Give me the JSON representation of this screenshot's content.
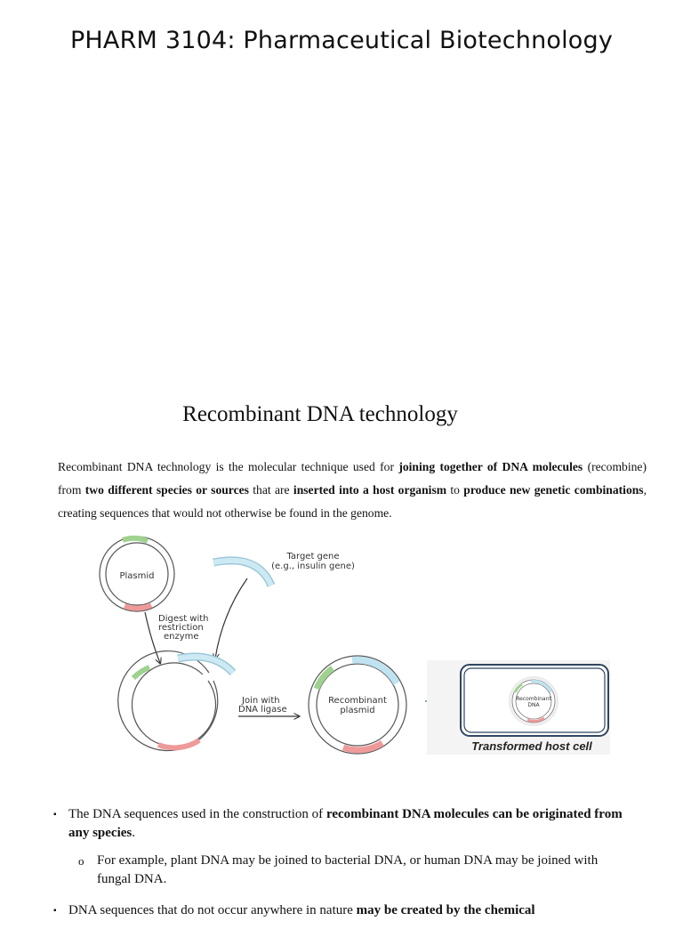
{
  "header": {
    "course_title": "PHARM 3104: Pharmaceutical Biotechnology"
  },
  "section": {
    "title": "Recombinant DNA technology"
  },
  "intro": {
    "t1": "Recombinant DNA technology is the molecular technique used for ",
    "b1": "joining together of DNA molecules",
    "t2": " (recombine) from ",
    "b2": "two different species or sources",
    "t3": " that are ",
    "b3": "inserted into a host organism",
    "t4": " to ",
    "b4": "produce new genetic combinations",
    "t5": ", creating sequences that would not otherwise be found in the genome."
  },
  "diagram": {
    "plasmid_label": "Plasmid",
    "target_gene_line1": "Target gene",
    "target_gene_line2": "(e.g., insulin gene)",
    "digest_line1": "Digest with",
    "digest_line2": "restriction",
    "digest_line3": "enzyme",
    "join_line1": "Join with",
    "join_line2": "DNA ligase",
    "recombinant_line1": "Recombinant",
    "recombinant_line2": "plasmid",
    "cell_label_line1": "Recombinant",
    "cell_label_line2": "DNA",
    "caption": "Transformed host cell",
    "colors": {
      "green": "#9fd28f",
      "pink": "#ef9a9a",
      "blue": "#bfe3f0",
      "cell_border": "#2f4760"
    }
  },
  "bullets": [
    {
      "t1": "The DNA sequences used in the construction of ",
      "b1": "recombinant DNA molecules can be originated from any species",
      "t2": "."
    }
  ],
  "sub_bullets": [
    {
      "text": "For example, plant DNA may be joined to bacterial DNA, or human DNA may be joined with fungal DNA."
    }
  ],
  "bullets_2": [
    {
      "t1": "DNA sequences that do not occur anywhere in nature ",
      "b1": "may be created by the chemical"
    }
  ],
  "markers": {
    "square": "▪",
    "circle": "o"
  }
}
